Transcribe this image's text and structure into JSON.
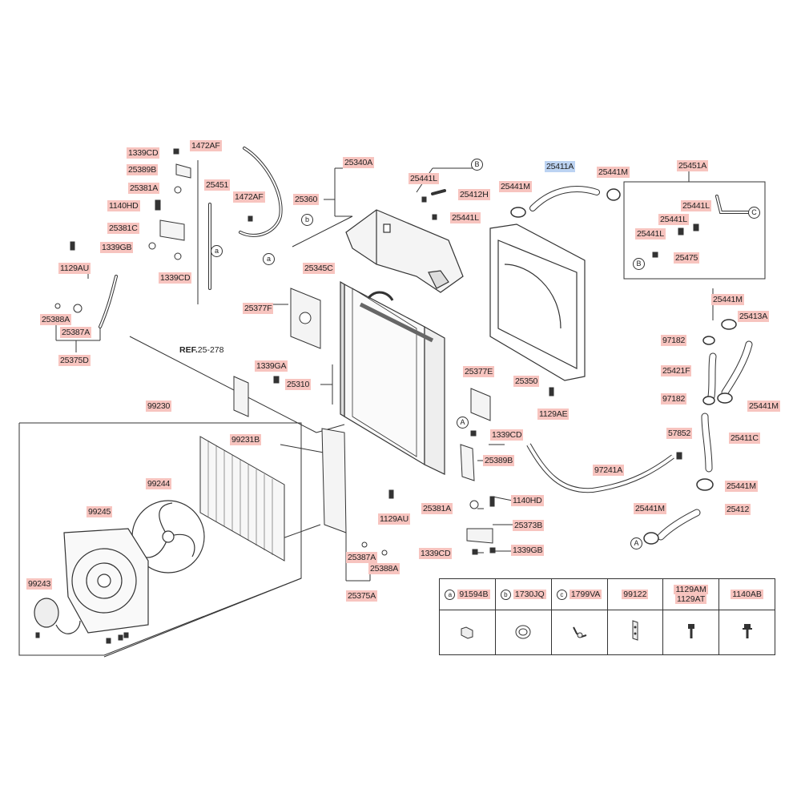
{
  "ref_note": {
    "prefix": "REF.",
    "value": "25-278"
  },
  "parts": {
    "p1339CD_a": "1339CD",
    "p1472AF_a": "1472AF",
    "p25389B_a": "25389B",
    "p25381A_a": "25381A",
    "p25451": "25451",
    "p1472AF_b": "1472AF",
    "p1140HD_a": "1140HD",
    "p25381C": "25381C",
    "p1339GB_a": "1339GB",
    "p1339CD_b": "1339CD",
    "p1129AU_a": "1129AU",
    "p25388A_a": "25388A",
    "p25387A_a": "25387A",
    "p25375D": "25375D",
    "p25340A": "25340A",
    "p25360": "25360",
    "p25441L_a": "25441L",
    "p25412H": "25412H",
    "p25441L_b": "25441L",
    "p25441M_a": "25441M",
    "p25411A": "25411A",
    "p25441M_b": "25441M",
    "p25451A": "25451A",
    "p25441L_c": "25441L",
    "p25441L_d": "25441L",
    "p25441L_e": "25441L",
    "p25475": "25475",
    "p25345C": "25345C",
    "p25377F": "25377F",
    "p1339GA": "1339GA",
    "p25310": "25310",
    "p25377E": "25377E",
    "p25350": "25350",
    "p1129AE": "1129AE",
    "p1339CD_c": "1339CD",
    "p25389B_b": "25389B",
    "p1140HD_b": "1140HD",
    "p25381A_b": "25381A",
    "p25373B": "25373B",
    "p1339CD_d": "1339CD",
    "p1339GB_b": "1339GB",
    "p1129AU_b": "1129AU",
    "p25387A_b": "25387A",
    "p25388A_b": "25388A",
    "p25375A": "25375A",
    "p99230": "99230",
    "p99231B": "99231B",
    "p99244": "99244",
    "p99245": "99245",
    "p99243": "99243",
    "p25441M_c": "25441M",
    "p25413A": "25413A",
    "p97182_a": "97182",
    "p25421F": "25421F",
    "p97182_b": "97182",
    "p25441M_d": "25441M",
    "p57852": "57852",
    "p25411C": "25411C",
    "p97241A": "97241A",
    "p25441M_e": "25441M",
    "p25441M_f": "25441M",
    "p25412": "25412"
  },
  "callouts": {
    "a1": "a",
    "b1": "b",
    "a2": "a",
    "b2": "B",
    "c1": "C",
    "b3": "B",
    "A1": "A",
    "A2": "A"
  },
  "legend": {
    "headers": [
      {
        "circle": "a",
        "code": "91594B"
      },
      {
        "circle": "b",
        "code": "1730JQ"
      },
      {
        "circle": "c",
        "code": "1799VA"
      },
      {
        "circle": "",
        "code": "99122"
      },
      {
        "circle": "",
        "code": "1129AM",
        "code2": "1129AT"
      },
      {
        "circle": "",
        "code": "1140AB"
      }
    ]
  },
  "colors": {
    "label_bg": "#f7c4bf",
    "highlight_bg": "#bcd3f2",
    "line": "#333333"
  }
}
